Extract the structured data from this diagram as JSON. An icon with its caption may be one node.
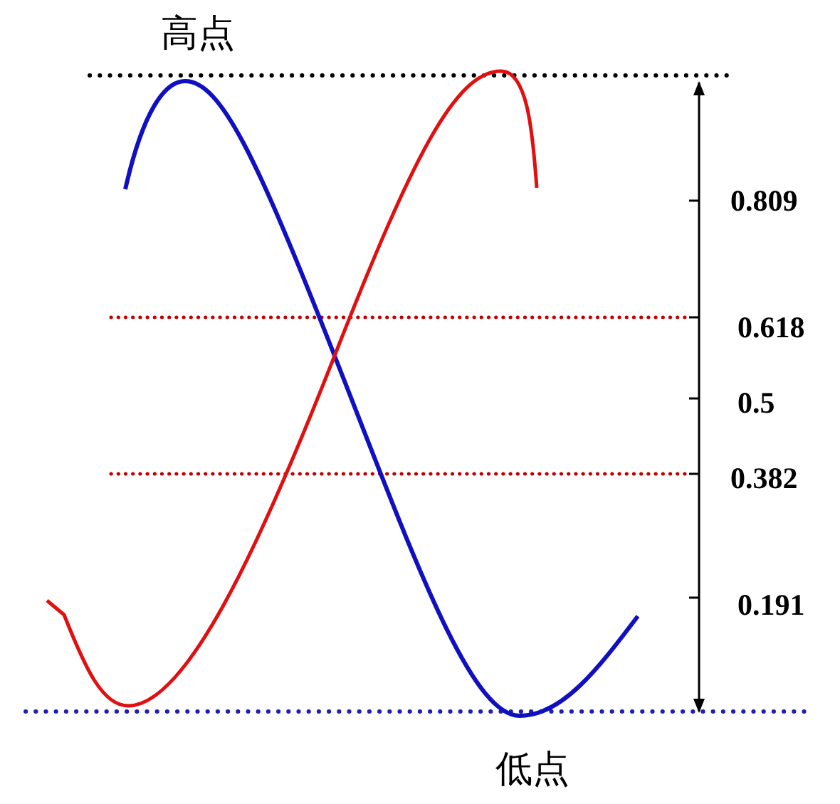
{
  "diagram": {
    "labels": [
      "高点",
      "0.809",
      "0.618",
      "0.5",
      "0.382",
      "0.191",
      "低点"
    ]
  }
}
